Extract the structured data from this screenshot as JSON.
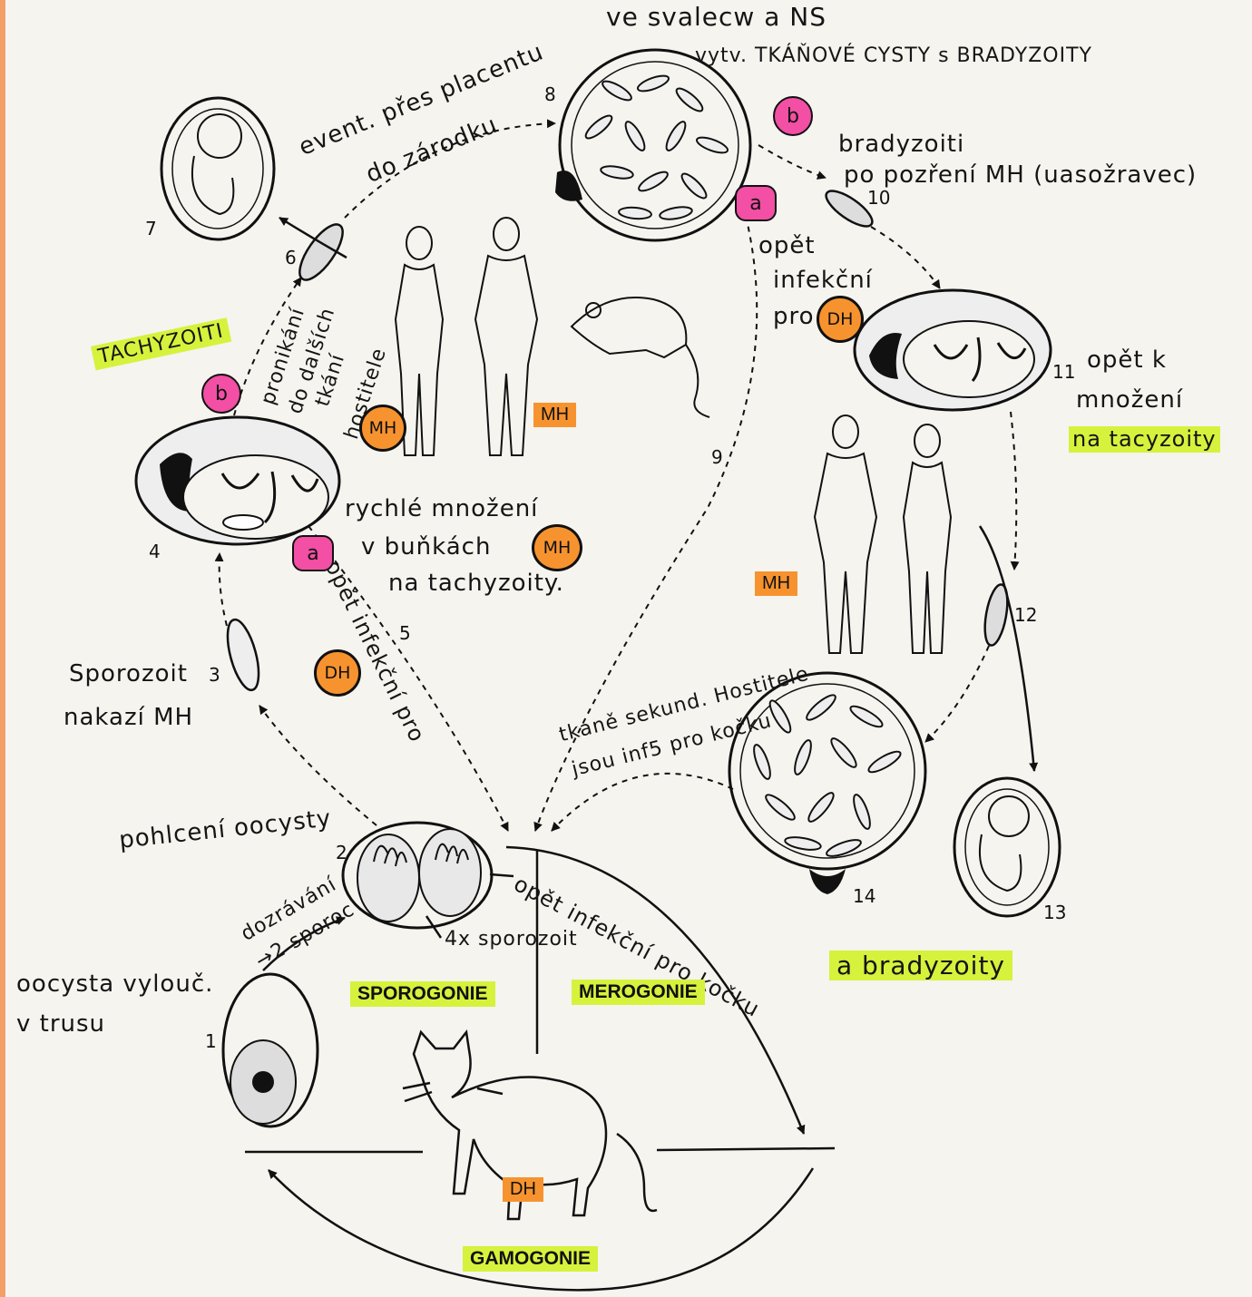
{
  "notes": {
    "top_ns": "ve svalecw a NS",
    "top_cysts": "vytv. TKÁŇOVÉ CYSTY s BRADYZOITY",
    "placenta_1": "event. přes placentu",
    "placenta_2": "do zárodku",
    "bradyzoiti_1": "bradyzoiti",
    "bradyzoiti_2": "po pozření MH (uasožravec)",
    "opet_inf_1": "opět",
    "opet_inf_2": "infekční",
    "opet_inf_3": "pro",
    "dh_top": "DH",
    "tachyzoiti": "TACHYZOITI",
    "pronikani_1": "pronikání",
    "pronikani_2": "do dalších",
    "pronikani_3": "tkání",
    "pronikani_4": "hostitele",
    "mh_circle": "MH",
    "mh_label_top": "MH",
    "opet_k_1": "opět k",
    "opet_k_2": "množení",
    "opet_k_3": "na tacyzoity",
    "rychle_1": "rychlé množení",
    "rychle_2": "v buňkách",
    "rychle_mh": "MH",
    "rychle_3": "na tachyzoity.",
    "opet_pro_rot": "opět infekční pro",
    "dh_left": "DH",
    "sporozoit_1": "Sporozoit",
    "sporozoit_2": "nakazí MH",
    "mh_label_right": "MH",
    "tkane_1": "tkáně sekund. Hostitele",
    "tkane_2": "jsou inf5 pro kočku",
    "pohlceni": "pohlcení oocysty",
    "dozravani_1": "dozrávání",
    "dozravani_2": "→2 sporoc",
    "opet_kocku": "opět infekční pro kočku",
    "sporozoit_4x": "4x sporozoit",
    "oocysta_1": "oocysta vylouč.",
    "oocysta_2": "v trusu",
    "a_bradyzoity": "a bradyzoity",
    "circle_b_top": "b",
    "circle_a_top": "a",
    "circle_b_left": "b",
    "circle_a_mid": "a"
  },
  "labels": {
    "sporogonie": "SPOROGONIE",
    "merogonie": "MEROGONIE",
    "gamogonie": "GAMOGONIE",
    "dh_cat": "DH"
  },
  "numbers": [
    "1",
    "2",
    "3",
    "4",
    "5",
    "6",
    "7",
    "8",
    "9",
    "10",
    "11",
    "12",
    "13",
    "14"
  ],
  "colors": {
    "highlight_green": "#d7f23c",
    "highlight_orange": "#f7932f",
    "circle_pink": "#f24fa5"
  }
}
